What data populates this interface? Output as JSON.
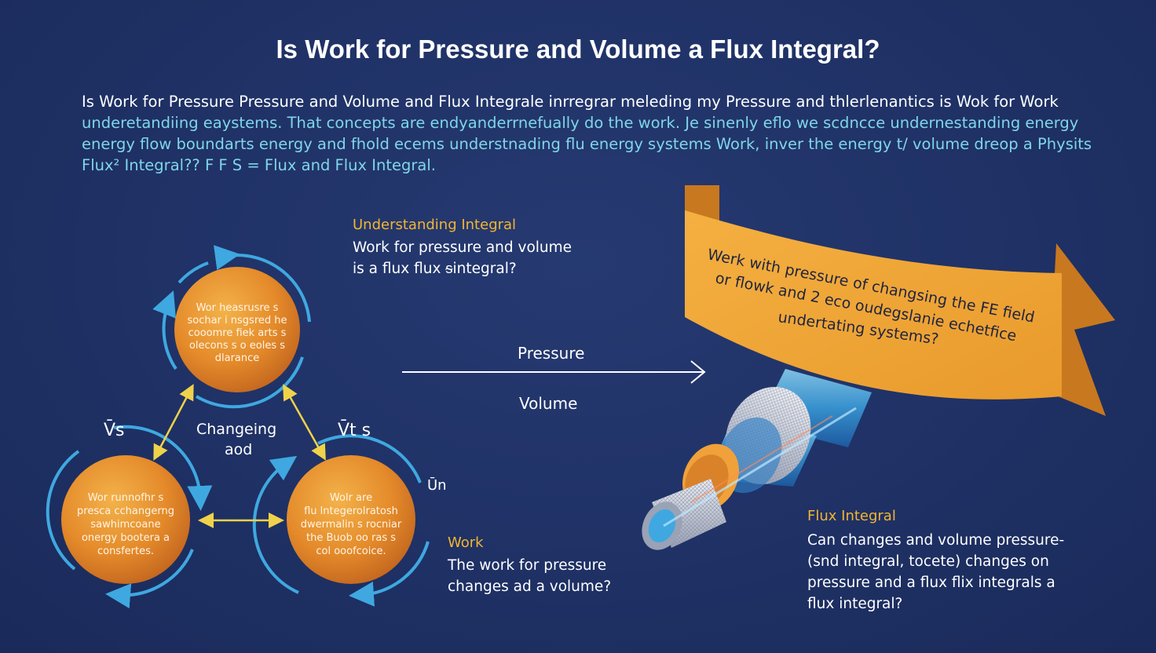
{
  "title": "Is Work for Pressure and Volume a Flux Integral?",
  "intro_lines": [
    "Is Work for Pressure Pressure and Volume and Flux Integrale inrregrar meleding my Pressure and thlerlenantics is Wok for Work",
    "underetandiing eaystems.  That concepts are endyanderrnefually do the work. Je sinenly eflo we scdncce undernestanding energy",
    "energy flow boundarts energy and fhold ecems  understnading flu energy systems Work, inver the energy t/ volume dreop a  Physits",
    "Flux²  Integral??   F F S = Flux and Flux Integral."
  ],
  "understanding": {
    "heading": "Understanding Integral",
    "lines": [
      "Work for pressure and volume",
      "is a flux flux ᵴintegral?"
    ]
  },
  "cycle": {
    "top_circle": [
      "Wor heasrusre s",
      "sochar i nsgsred he",
      "cooomre fiek arts s",
      "olecons s o eoles s",
      "dlarance"
    ],
    "left_circle": [
      "Wor runnofhr s",
      "presca cchangerng",
      "sawhimcoane",
      "onergy bootera a",
      "consfertes."
    ],
    "right_circle": [
      "Wolr are",
      "flu lntegerolratosh",
      "dwermalin s rocniar",
      "the Buob oo ras s",
      "col ooofcoice."
    ],
    "center_label": [
      "Changeing",
      "aod"
    ],
    "label_left": "V̄s",
    "label_right": "V̄t s",
    "label_small": "Ūn"
  },
  "arrow": {
    "top_label": "Pressure",
    "bottom_label": "Volume"
  },
  "banner": {
    "lines": [
      "Werk with pressure of changsing the FE field",
      "or flowk and 2 eco oudegslanie echetfice",
      "undertating systems?"
    ]
  },
  "work": {
    "heading": "Work",
    "lines": [
      "The work for pressure",
      "changes ad a volume?"
    ]
  },
  "flux": {
    "heading": "Flux Integral",
    "lines": [
      "Can changes and volume pressure-",
      "(snd integral, tocete) changes on",
      "pressure and a flux flix integrals a",
      "flux integral?"
    ]
  },
  "colors": {
    "background": "#1f3165",
    "orange": "#e89a2f",
    "cyan": "#3fa8e0",
    "gold": "#f2b531",
    "yellow_arrow": "#f0d24a"
  }
}
